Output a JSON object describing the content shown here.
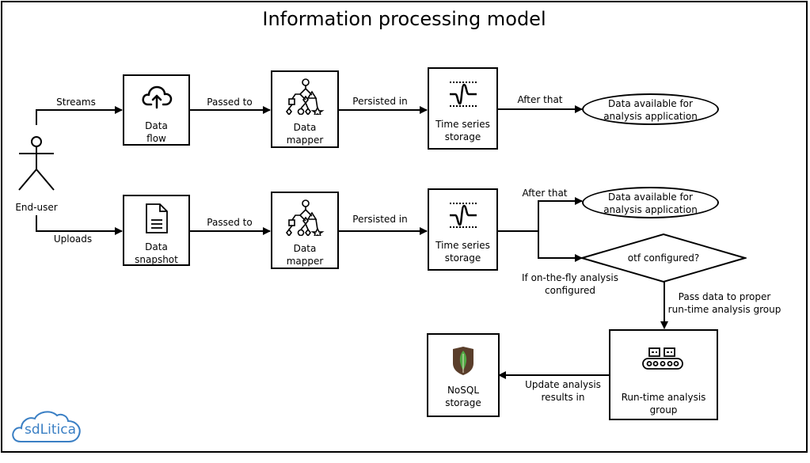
{
  "title": "Information processing model",
  "actor": {
    "label": "End-user"
  },
  "edges": {
    "streams": "Streams",
    "uploads": "Uploads",
    "passed_to_1": "Passed to",
    "passed_to_2": "Passed to",
    "persisted_in_1": "Persisted in",
    "persisted_in_2": "Persisted in",
    "after_that_1": "After that",
    "after_that_2": "After that",
    "if_otf": "If on-the-fly analysis\nconfigured",
    "pass_data": "Pass data to proper\nrun-time analysis group",
    "update_analysis": "Update analysis\nresults in"
  },
  "nodes": {
    "data_flow": "Data\nflow",
    "data_snapshot": "Data\nsnapshot",
    "data_mapper_1": "Data\nmapper",
    "data_mapper_2": "Data\nmapper",
    "ts_storage_1": "Time series\nstorage",
    "ts_storage_2": "Time series\nstorage",
    "data_available_1": "Data available for\nanalysis application",
    "data_available_2": "Data available for\nanalysis application",
    "otf_configured": "otf configured?",
    "runtime_group": "Run-time analysis\ngroup",
    "nosql_storage": "NoSQL\nstorage"
  },
  "logo": {
    "text": "sdLitica"
  },
  "colors": {
    "logo_blue": "#3a7fc4",
    "mongo_green": "#4fa843",
    "mongo_dark": "#5a3e2b"
  }
}
